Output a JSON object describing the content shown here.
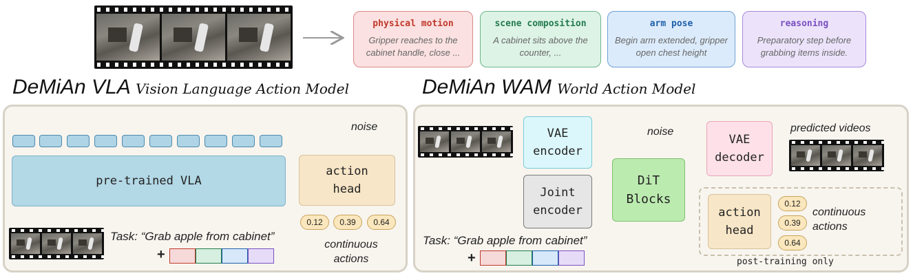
{
  "captions": [
    {
      "title": "physical motion",
      "text": "Gripper reaches to the cabinet handle, close ...",
      "color": "#c0392b",
      "bg": "#fbe1e1",
      "border": "#d98a8a"
    },
    {
      "title": "scene composition",
      "text": "A cabinet sits above the counter, ...",
      "color": "#237a4e",
      "bg": "#ddf3e6",
      "border": "#6bb58a"
    },
    {
      "title": "arm pose",
      "text": "Begin arm extended, gripper open chest height",
      "color": "#1f5fa8",
      "bg": "#dcebfb",
      "border": "#6d9fd6"
    },
    {
      "title": "reasoning",
      "text": "Preparatory step before grabbing items inside.",
      "color": "#7a4fc0",
      "bg": "#ece3fb",
      "border": "#a688d8"
    }
  ],
  "vla": {
    "title": "DeMiAn VLA",
    "subtitle": "Vision Language Action Model",
    "backbone": "pre-trained VLA",
    "head": "action head",
    "noise": "noise",
    "task": "Task: “Grab apple from cabinet”",
    "plus": "+",
    "values": [
      "0.12",
      "0.39",
      "0.64"
    ],
    "actions_label": "continuous actions"
  },
  "wam": {
    "title": "DeMiAn WAM",
    "subtitle": "World Action Model",
    "vae_encoder": "VAE encoder",
    "joint_encoder": "Joint encoder",
    "dit": "DiT Blocks",
    "vae_decoder": "VAE decoder",
    "head": "action head",
    "noise": "noise",
    "predicted": "predicted videos",
    "task": "Task: “Grab apple from cabinet”",
    "plus": "+",
    "values": [
      "0.12",
      "0.39",
      "0.64"
    ],
    "actions_label": "continuous actions",
    "post_training": "post-training only"
  },
  "chip_colors": [
    "#f6d9d9",
    "#d6efe0",
    "#d6e8fa",
    "#e6dcf8"
  ],
  "chip_borders": [
    "#c0392b",
    "#237a4e",
    "#1f5fa8",
    "#7a4fc0"
  ]
}
